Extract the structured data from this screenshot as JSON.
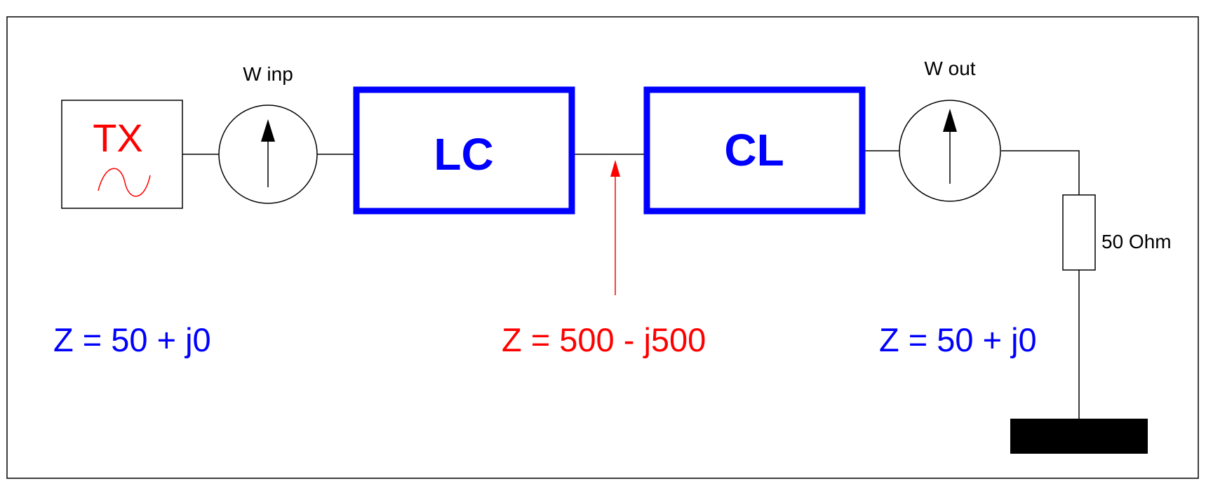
{
  "diagram": {
    "transmitter": {
      "label": "TX",
      "symbol": "ac-source-icon"
    },
    "meter_input": {
      "label": "W inp"
    },
    "block_lc": {
      "label": "LC"
    },
    "block_cl": {
      "label": "CL"
    },
    "meter_output": {
      "label": "W out"
    },
    "load": {
      "label": "50 Ohm"
    },
    "impedance_input": {
      "label": "Z = 50 + j0"
    },
    "impedance_middle": {
      "label": "Z = 500 - j500"
    },
    "impedance_output": {
      "label": "Z = 50 + j0"
    }
  },
  "colors": {
    "blue": "#0000ff",
    "red": "#ff0000",
    "black": "#000000"
  }
}
